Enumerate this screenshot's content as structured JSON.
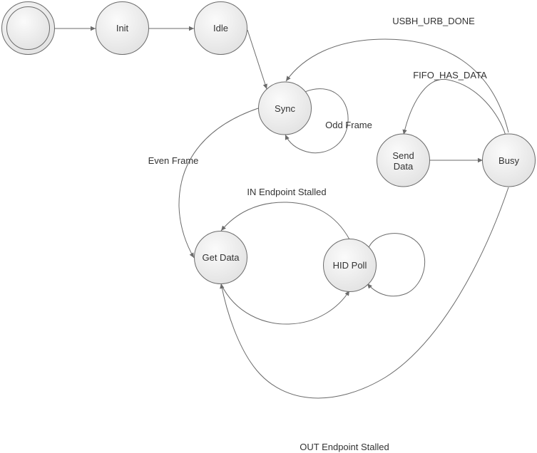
{
  "diagram": {
    "states": {
      "init": "Init",
      "idle": "Idle",
      "sync": "Sync",
      "send_data_line1": "Send",
      "send_data_line2": "Data",
      "busy": "Busy",
      "get_data": "Get Data",
      "hid_poll": "HID Poll"
    },
    "transitions": {
      "usbh_urb_done": "USBH_URB_DONE",
      "fifo_has_data": "FIFO_HAS_DATA",
      "odd_frame": "Odd Frame",
      "even_frame": "Even Frame",
      "in_endpoint_stalled": "IN Endpoint Stalled",
      "out_endpoint_stalled": "OUT Endpoint Stalled"
    },
    "colors": {
      "node_fill_light": "#fafafa",
      "node_fill_dark": "#e4e4e4",
      "stroke": "#6b6b6b",
      "text": "#333333"
    }
  }
}
